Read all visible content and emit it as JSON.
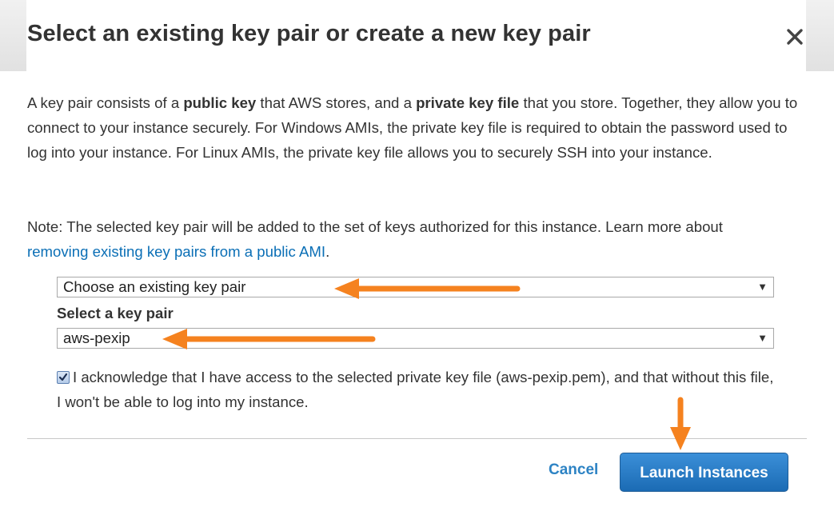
{
  "dialog": {
    "title": "Select an existing key pair or create a new key pair",
    "close_icon": "close-icon"
  },
  "intro": {
    "t1": "A key pair consists of a ",
    "b1": "public key",
    "t2": " that AWS stores, and a ",
    "b2": "private key file",
    "t3": " that you store. Together, they allow you to connect to your instance securely. For Windows AMIs, the private key file is required to obtain the password used to log into your instance. For Linux AMIs, the private key file allows you to securely SSH into your instance."
  },
  "note": {
    "text": "Note: The selected key pair will be added to the set of keys authorized for this instance. Learn more about ",
    "link": "removing existing key pairs from a public AMI",
    "end": "."
  },
  "key_option_select": {
    "value": "Choose an existing key pair"
  },
  "key_pair_select": {
    "label": "Select a key pair",
    "value": "aws-pexip"
  },
  "acknowledge": {
    "checked": true,
    "text": "I acknowledge that I have access to the selected private key file (aws-pexip.pem), and that without this file, I won't be able to log into my instance."
  },
  "footer": {
    "cancel": "Cancel",
    "launch": "Launch Instances"
  },
  "colors": {
    "arrow": "#f5821f",
    "link": "#0b6fb6",
    "primary": "#1b6bb4"
  }
}
